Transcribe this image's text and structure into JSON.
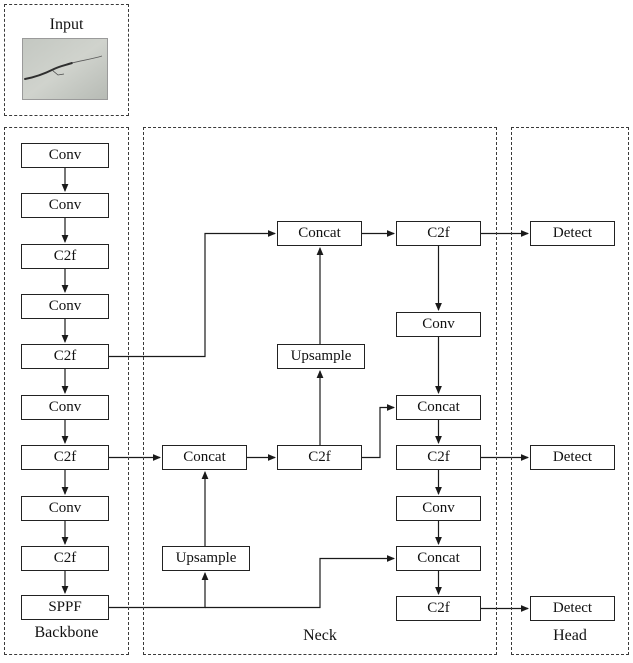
{
  "sections": {
    "input_label": "Input",
    "backbone_label": "Backbone",
    "neck_label": "Neck",
    "head_label": "Head"
  },
  "backbone_nodes": [
    "Conv",
    "Conv",
    "C2f",
    "Conv",
    "C2f",
    "Conv",
    "C2f",
    "Conv",
    "C2f",
    "SPPF"
  ],
  "neck_nodes": {
    "concat_top": "Concat",
    "c2f_top": "C2f",
    "conv_right_upper": "Conv",
    "upsample_upper": "Upsample",
    "concat_right_upper": "Concat",
    "concat_left": "Concat",
    "c2f_mid": "C2f",
    "c2f_right_mid": "C2f",
    "conv_right_lower": "Conv",
    "upsample_lower": "Upsample",
    "concat_right_lower": "Concat",
    "c2f_bottom": "C2f"
  },
  "head_nodes": [
    "Detect",
    "Detect",
    "Detect"
  ]
}
